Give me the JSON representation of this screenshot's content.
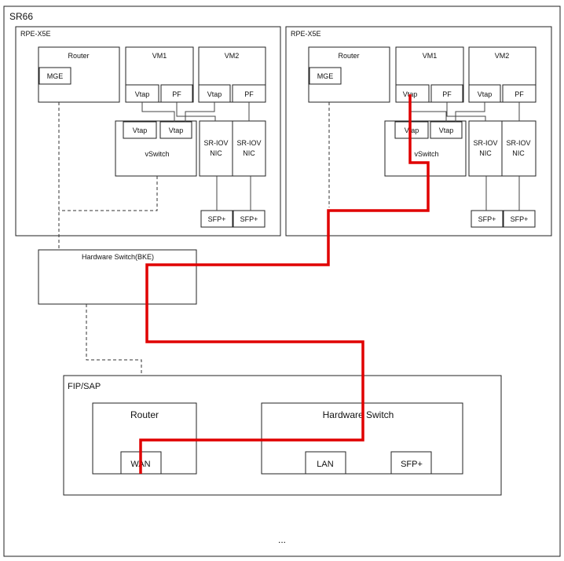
{
  "outer": {
    "label": "SR66"
  },
  "left_server": {
    "label": "RPE-X5E",
    "router": "Router",
    "mge": "MGE",
    "vm1": "VM1",
    "vm2": "VM2",
    "vm1_vtap": "Vtap",
    "vm1_pf": "PF",
    "vm2_vtap": "Vtap",
    "vm2_pf": "PF",
    "vs_vtap1": "Vtap",
    "vs_vtap2": "Vtap",
    "vswitch": "vSwitch",
    "nic1_l1": "SR-IOV",
    "nic1_l2": "NIC",
    "nic2_l1": "SR-IOV",
    "nic2_l2": "NIC",
    "sfp1": "SFP+",
    "sfp2": "SFP+"
  },
  "right_server": {
    "label": "RPE-X5E",
    "router": "Router",
    "mge": "MGE",
    "vm1": "VM1",
    "vm2": "VM2",
    "vm1_vtap": "Vtap",
    "vm1_pf": "PF",
    "vm2_vtap": "Vtap",
    "vm2_pf": "PF",
    "vs_vtap1": "Vtap",
    "vs_vtap2": "Vtap",
    "vswitch": "vSwitch",
    "nic1_l1": "SR-IOV",
    "nic1_l2": "NIC",
    "nic2_l1": "SR-IOV",
    "nic2_l2": "NIC",
    "sfp1": "SFP+",
    "sfp2": "SFP+"
  },
  "bke": {
    "label": "Hardware Switch(BKE)"
  },
  "fip": {
    "label": "FIP/SAP",
    "router": "Router",
    "wan": "WAN",
    "hw_switch": "Hardware Switch",
    "lan": "LAN",
    "sfp": "SFP+"
  },
  "footer": {
    "ellipsis": "..."
  },
  "colors": {
    "highlight_path": "#e00000"
  }
}
